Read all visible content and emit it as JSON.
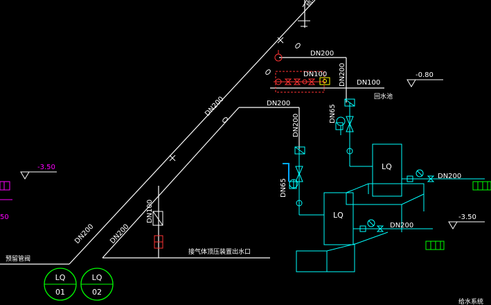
{
  "colors": {
    "background": "#000000",
    "pipe_white": "#ffffff",
    "pipe_cyan": "#00ffff",
    "valve_red": "#ff3333",
    "magenta": "#ff00ff",
    "green": "#00ff00",
    "yellow": "#ffff00"
  },
  "labels": {
    "dn200_main_upper": "DN200",
    "dn200_top_right": "DN200",
    "dn200_vertical_right": "DN200",
    "dn100_red": "DN100",
    "dn100_return": "DN100",
    "elev_right_top": "-0.80",
    "return_pool": "回水池",
    "dn200_mid": "DN200",
    "dn65_upper": "DN65",
    "dn200_vertical_mid": "DN200",
    "dn65_lower": "DN65",
    "dn100_vertical_left": "DN100",
    "dn200_right_lq": "DN200",
    "elev_right_bottom": "-3.50",
    "dn200_lower_right": "DN200",
    "elev_left": "-3.50",
    "elev_left_partial": "50",
    "dn200_lower_1": "DN200",
    "dn200_lower_2": "DN200",
    "reserved_valve": "预留管阀",
    "outlet_text": "接气体顶压装置出水口",
    "top_partial": "给水",
    "bottom_partial": "给水系统",
    "tank_upper": "LQ",
    "tank_lower": "LQ"
  },
  "tags": [
    {
      "name": "LQ",
      "num": "01"
    },
    {
      "name": "LQ",
      "num": "02"
    }
  ]
}
